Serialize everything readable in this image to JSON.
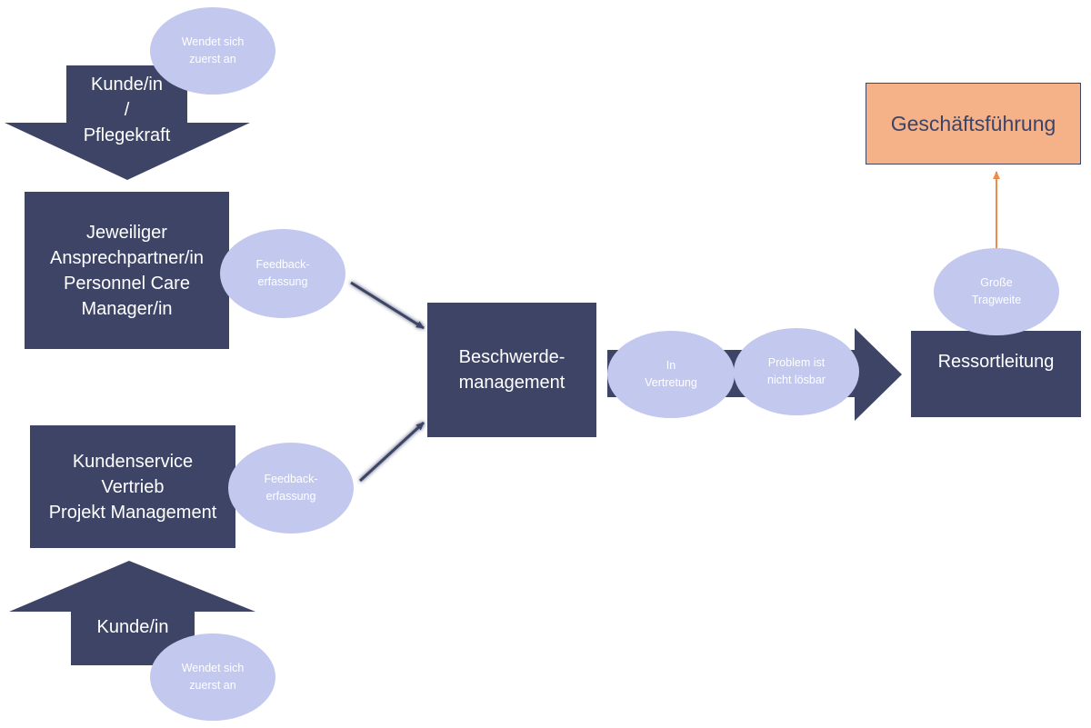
{
  "diagram": {
    "top_arrow": {
      "lines": [
        "Kunde/in",
        "/",
        "Pflegekraft"
      ]
    },
    "bottom_arrow": {
      "label": "Kunde/in"
    },
    "oval_top": {
      "lines": [
        "Wendet sich",
        "zuerst an"
      ]
    },
    "oval_bottom": {
      "lines": [
        "Wendet sich",
        "zuerst an"
      ]
    },
    "box_ansprechpartner": {
      "lines": [
        "Jeweiliger",
        "Ansprechpartner/in",
        "Personnel Care",
        "Manager/in"
      ]
    },
    "box_kundenservice": {
      "lines": [
        "Kundenservice",
        "Vertrieb",
        "Projekt Management"
      ]
    },
    "oval_feedback_1": {
      "lines": [
        "Feedback-",
        "erfassung"
      ]
    },
    "oval_feedback_2": {
      "lines": [
        "Feedback-",
        "erfassung"
      ]
    },
    "box_beschwerde": {
      "lines": [
        "Beschwerde-",
        "management"
      ]
    },
    "oval_vertretung": {
      "lines": [
        "In",
        "Vertretung"
      ]
    },
    "oval_problem": {
      "lines": [
        "Problem ist",
        "nicht lösbar"
      ]
    },
    "box_ressort": {
      "label": "Ressortleitung"
    },
    "oval_tragweite": {
      "lines": [
        "Große",
        "Tragweite"
      ]
    },
    "box_gf": {
      "label": "Geschäftsführung"
    },
    "colors": {
      "box": "#3d4466",
      "oval": "#c3c8ee",
      "orange_box": "#f5b187",
      "orange_arrow": "#ed8b4c"
    }
  }
}
